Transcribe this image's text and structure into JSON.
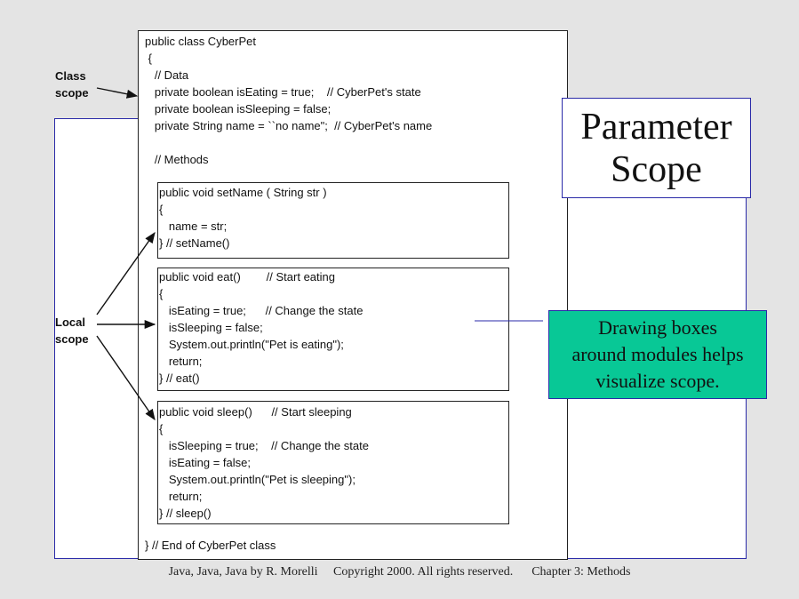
{
  "code": {
    "class_header": [
      "public class CyberPet",
      " {"
    ],
    "data_section": [
      "   // Data",
      "   private boolean isEating = true;    // CyberPet's state",
      "   private boolean isSleeping = false;",
      "   private String name = ``no name\";  // CyberPet's name"
    ],
    "methods_comment": "   // Methods",
    "set_name_method": [
      "public void setName ( String str )",
      "{",
      "   name = str;",
      "} // setName()"
    ],
    "eat_method": [
      "public void eat()        // Start eating",
      "{",
      "   isEating = true;      // Change the state",
      "   isSleeping = false;",
      "   System.out.println(\"Pet is eating\");",
      "   return;",
      "} // eat()"
    ],
    "sleep_method": [
      "public void sleep()      // Start sleeping",
      "{",
      "   isSleeping = true;    // Change the state",
      "   isEating = false;",
      "   System.out.println(\"Pet is sleeping\");",
      "   return;",
      "} // sleep()"
    ],
    "class_end": "} // End of CyberPet class"
  },
  "labels": {
    "class_scope": [
      "Class",
      "scope"
    ],
    "local_scope": [
      "Local",
      "scope"
    ]
  },
  "title": [
    "Parameter",
    "Scope"
  ],
  "note": [
    "Drawing boxes",
    "around modules helps",
    "visualize scope."
  ],
  "footer": "Java, Java, Java by R. Morelli     Copyright 2000. All rights reserved.      Chapter 3: Methods",
  "colors": {
    "background": "#e4e4e4",
    "frame_border": "#2a2aa8",
    "note_fill": "#08c896"
  }
}
